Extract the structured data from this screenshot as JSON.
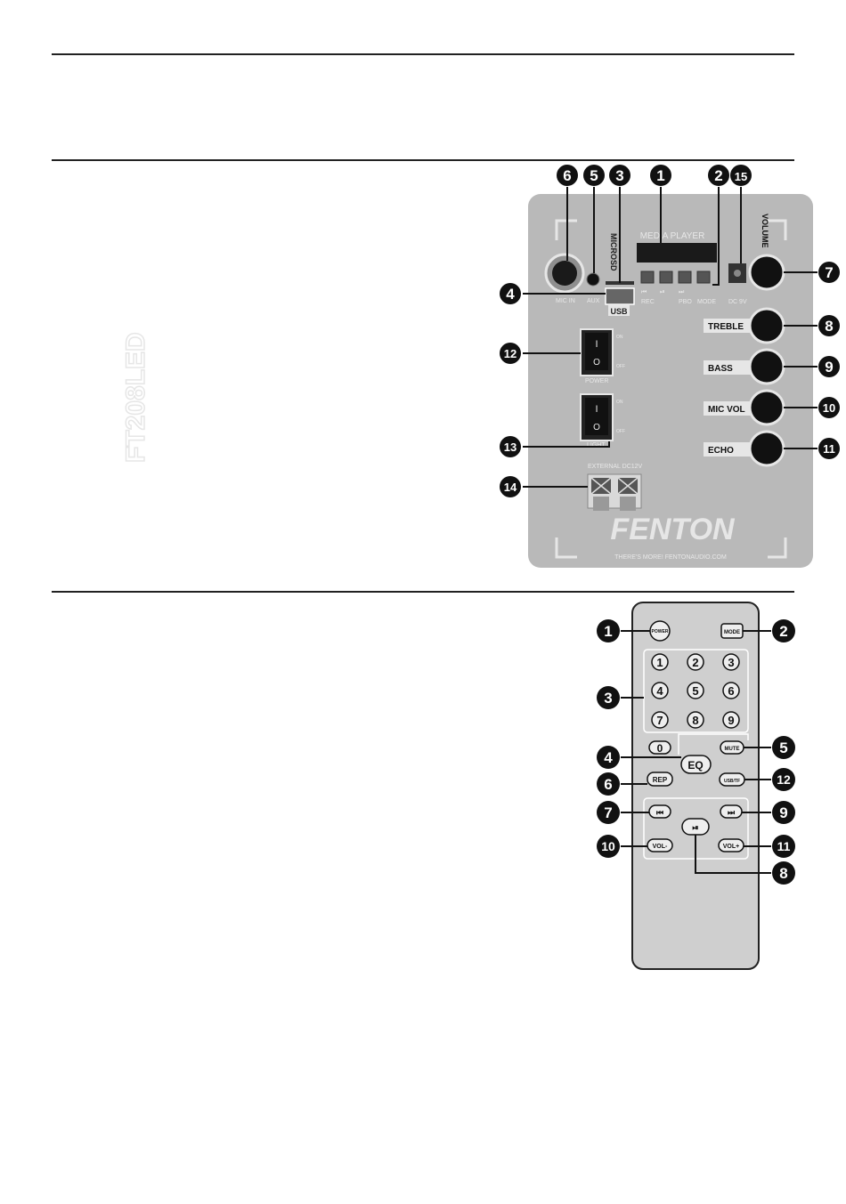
{
  "panel": {
    "display_title": "MEDIA PLAYER",
    "microsd_label": "MICROSD",
    "usb_label": "USB",
    "mic_in_label": "MIC IN",
    "aux_label": "AUX",
    "rec_label": "REC",
    "pbo_label": "PBO",
    "mode_label": "MODE",
    "dc_label": "DC 9V",
    "volume_label": "VOLUME",
    "treble_label": "TREBLE",
    "bass_label": "BASS",
    "mic_vol_label": "MIC VOL",
    "echo_label": "ECHO",
    "power_label": "POWER",
    "light_label": "LIGHT",
    "on_label": "ON",
    "off_label": "OFF",
    "switch_on_glyph": "I",
    "switch_off_glyph": "O",
    "model_label": "FT208LED",
    "external_label": "EXTERNAL DC12V",
    "brand": "FENTON",
    "brand_url": "THERE'S MORE! FENTONAUDIO.COM",
    "callouts": [
      "1",
      "2",
      "3",
      "4",
      "5",
      "6",
      "7",
      "8",
      "9",
      "10",
      "11",
      "12",
      "13",
      "14",
      "15"
    ]
  },
  "remote": {
    "power_label": "POWER",
    "mode_label": "MODE",
    "digits": [
      "1",
      "2",
      "3",
      "4",
      "5",
      "6",
      "7",
      "8",
      "9",
      "0"
    ],
    "eq_label": "EQ",
    "mute_label": "MUTE",
    "rep_label": "REP",
    "usbtf_label": "USB/TF",
    "prev_icon": "⏮",
    "next_icon": "⏭",
    "playpause_icon": "⏯",
    "vol_minus_label": "VOL-",
    "vol_plus_label": "VOL+",
    "callouts": [
      "1",
      "2",
      "3",
      "4",
      "5",
      "6",
      "7",
      "8",
      "9",
      "10",
      "11",
      "12"
    ]
  }
}
